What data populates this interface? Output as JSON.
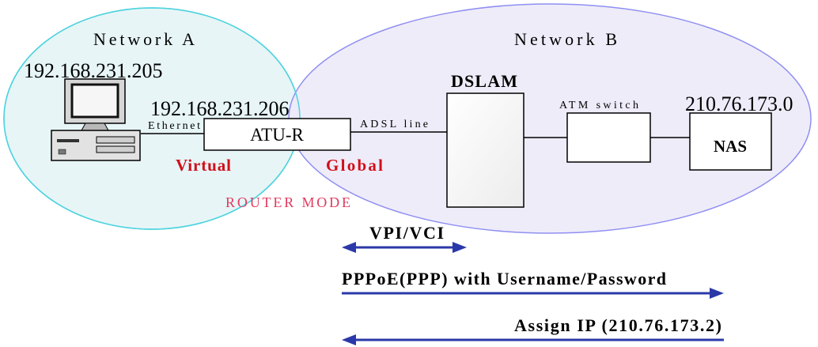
{
  "networks": {
    "a": "Network A",
    "b": "Network B"
  },
  "addresses": {
    "computer": "192.168.231.205",
    "router": "192.168.231.206",
    "nas": "210.76.173.0"
  },
  "links": {
    "ethernet": "Ethernet",
    "adsl": "ADSL line"
  },
  "devices": {
    "router": "ATU-R",
    "dslam": "DSLAM",
    "atm_switch": "ATM switch",
    "nas": "NAS"
  },
  "router_interfaces": {
    "lan": "Virtual",
    "wan": "Global",
    "mode": "ROUTER MODE"
  },
  "flows": [
    {
      "label": "VPI/VCI"
    },
    {
      "label": "PPPoE(PPP) with Username/Password"
    },
    {
      "label": "Assign IP (210.76.173.2)"
    }
  ],
  "icons": {
    "computer": "computer-icon"
  },
  "colors": {
    "network_a_fill": "#e7f5f7",
    "network_a_border": "#4fd3de",
    "network_b_fill": "#edeaf8",
    "network_b_border": "#8f8ff2",
    "interface_label": "#d0101a",
    "mode_label": "#e23a5e",
    "arrow": "#2b39a8"
  }
}
